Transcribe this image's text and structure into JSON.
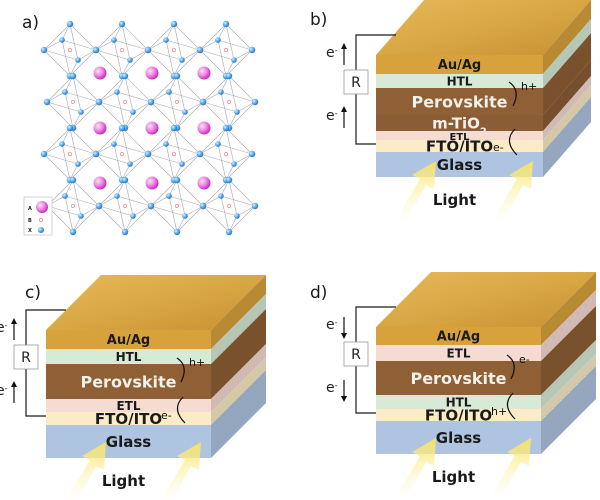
{
  "figure": {
    "panel_a": {
      "label": "a)",
      "title": "Perovskite ABX3 crystal structure",
      "legend": [
        {
          "key": "A",
          "color": "#e23bd6"
        },
        {
          "key": "B",
          "color": "#f08a8a"
        },
        {
          "key": "X",
          "color": "#3a9ae8"
        }
      ]
    },
    "panels": [
      {
        "id": "b",
        "label": "b)",
        "layers": [
          {
            "name": "Au/Ag",
            "color": "#d7a23c",
            "text_color": "#1a1a1a"
          },
          {
            "name": "HTL",
            "color": "#d6ead6",
            "text_color": "#1a1a1a"
          },
          {
            "name": "Perovskite",
            "color": "#8f5f35",
            "text_color": "#f4f0ea"
          },
          {
            "name": "m-TiO2",
            "color": "#8a5d36",
            "text_color": "#f4f0ea"
          },
          {
            "name": "ETL",
            "color": "#f6dbd2",
            "text_color": "#1a1a1a"
          },
          {
            "name": "FTO/ITO",
            "color": "#fbebc6",
            "text_color": "#1a1a1a"
          },
          {
            "name": "Glass",
            "color": "#aec4e0",
            "text_color": "#1a1a1a"
          }
        ],
        "upper_carrier": "h+",
        "lower_carrier": "e-",
        "electron_label": "e-",
        "electron_direction": "up",
        "resistor": "R",
        "light": "Light"
      },
      {
        "id": "c",
        "label": "c)",
        "layers": [
          {
            "name": "Au/Ag",
            "color": "#d7a23c",
            "text_color": "#1a1a1a"
          },
          {
            "name": "HTL",
            "color": "#d6ead6",
            "text_color": "#1a1a1a"
          },
          {
            "name": "Perovskite",
            "color": "#8f5f35",
            "text_color": "#f4f0ea"
          },
          {
            "name": "ETL",
            "color": "#f6dbd2",
            "text_color": "#1a1a1a"
          },
          {
            "name": "FTO/ITO",
            "color": "#fbebc6",
            "text_color": "#1a1a1a"
          },
          {
            "name": "Glass",
            "color": "#aec4e0",
            "text_color": "#1a1a1a"
          }
        ],
        "upper_carrier": "h+",
        "lower_carrier": "e-",
        "electron_label": "e-",
        "electron_direction": "up",
        "resistor": "R",
        "light": "Light"
      },
      {
        "id": "d",
        "label": "d)",
        "layers": [
          {
            "name": "Au/Ag",
            "color": "#d7a23c",
            "text_color": "#1a1a1a"
          },
          {
            "name": "ETL",
            "color": "#f6dbd2",
            "text_color": "#1a1a1a"
          },
          {
            "name": "Perovskite",
            "color": "#8f5f35",
            "text_color": "#f4f0ea"
          },
          {
            "name": "HTL",
            "color": "#d6ead6",
            "text_color": "#1a1a1a"
          },
          {
            "name": "FTO/ITO",
            "color": "#fbebc6",
            "text_color": "#1a1a1a"
          },
          {
            "name": "Glass",
            "color": "#aec4e0",
            "text_color": "#1a1a1a"
          }
        ],
        "upper_carrier": "e-",
        "lower_carrier": "h+",
        "electron_label": "e-",
        "electron_direction": "down",
        "resistor": "R",
        "light": "Light"
      }
    ],
    "colors": {
      "gold_top": "#dcaa48",
      "wire": "#1a1a1a",
      "light_arrow": "#fbe96a",
      "atom_A": "#e23bd6",
      "atom_B": "#f08a8a",
      "atom_X": "#3a9ae8",
      "lattice": "#9a9aa8"
    }
  }
}
